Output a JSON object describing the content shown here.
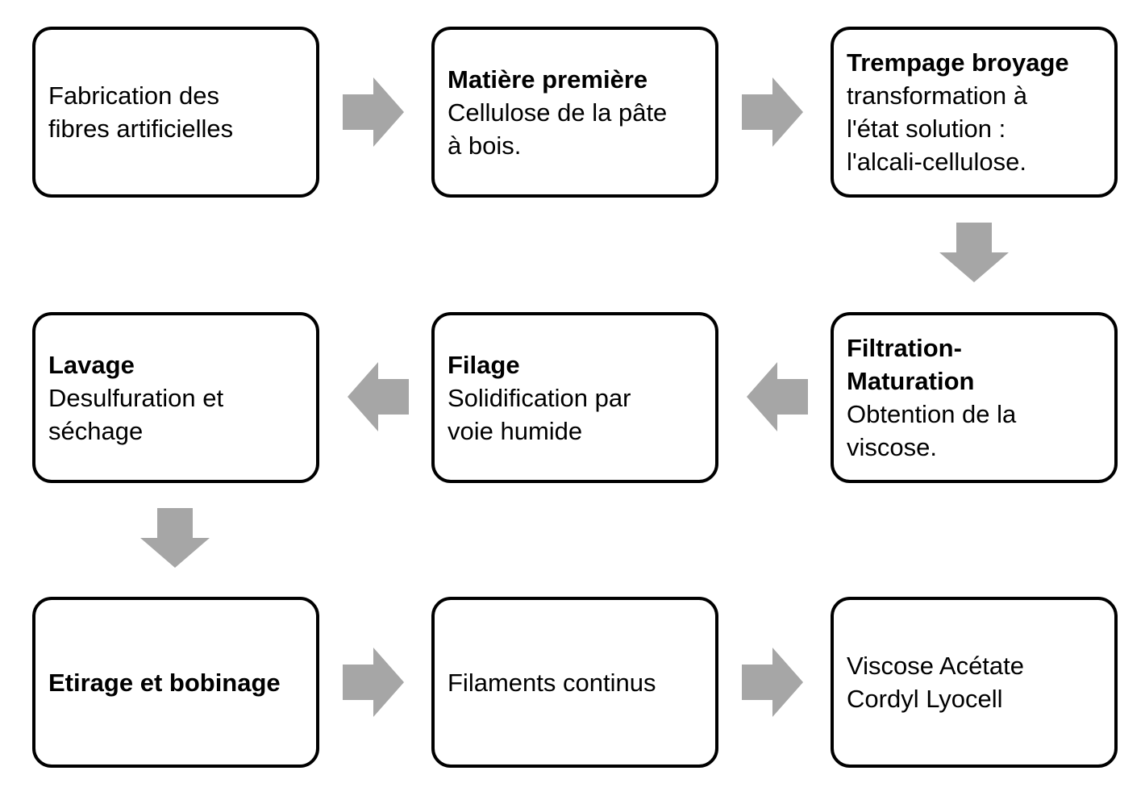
{
  "diagram": {
    "arrow_color": "#a6a6a6",
    "boxes": [
      {
        "title": "",
        "body": "Fabrication des\nfibres artificielles"
      },
      {
        "title": "Matière première",
        "body": "Cellulose de la pâte\nà bois."
      },
      {
        "title": "Trempage broyage",
        "body": "transformation à\nl'état solution :\nl'alcali-cellulose."
      },
      {
        "title": "Filtration-\nMaturation",
        "body": "Obtention de la\nviscose."
      },
      {
        "title": "Filage",
        "body": "Solidification par\nvoie humide"
      },
      {
        "title": "Lavage",
        "body": "Desulfuration et\nséchage"
      },
      {
        "title": "Etirage et bobinage",
        "body": ""
      },
      {
        "title": "",
        "body": "Filaments continus"
      },
      {
        "title": "",
        "body": "Viscose  Acétate\nCordyl  Lyocell"
      }
    ],
    "connections": [
      {
        "from": 0,
        "to": 1,
        "direction": "right"
      },
      {
        "from": 1,
        "to": 2,
        "direction": "right"
      },
      {
        "from": 2,
        "to": 3,
        "direction": "down"
      },
      {
        "from": 3,
        "to": 4,
        "direction": "left"
      },
      {
        "from": 4,
        "to": 5,
        "direction": "left"
      },
      {
        "from": 5,
        "to": 6,
        "direction": "down"
      },
      {
        "from": 6,
        "to": 7,
        "direction": "right"
      },
      {
        "from": 7,
        "to": 8,
        "direction": "right"
      }
    ]
  }
}
